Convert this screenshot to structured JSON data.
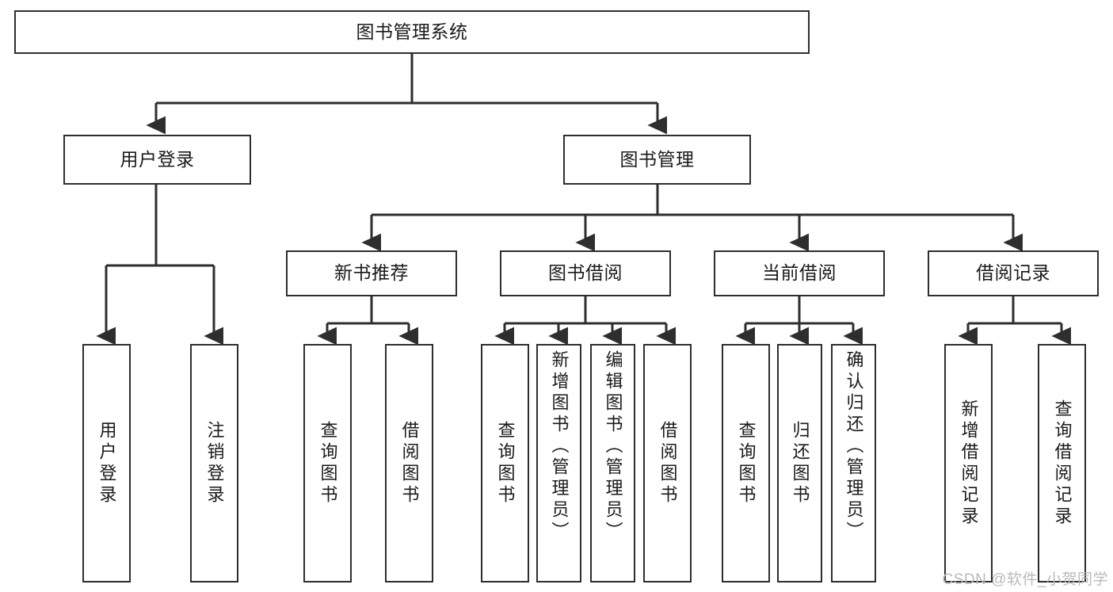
{
  "diagram": {
    "type": "tree-hierarchy",
    "title": "图书管理系统",
    "root": {
      "label": "图书管理系统"
    },
    "level2": [
      {
        "label": "用户登录"
      },
      {
        "label": "图书管理"
      }
    ],
    "level3": [
      {
        "label": "新书推荐"
      },
      {
        "label": "图书借阅"
      },
      {
        "label": "当前借阅"
      },
      {
        "label": "借阅记录"
      }
    ],
    "leaves": {
      "user_login": [
        {
          "label": "用户登录"
        },
        {
          "label": "注销登录"
        }
      ],
      "new_book_recommend": [
        {
          "label": "查询图书"
        },
        {
          "label": "借阅图书"
        }
      ],
      "book_borrow": [
        {
          "label": "查询图书"
        },
        {
          "label": "新增图书（管理员）"
        },
        {
          "label": "编辑图书（管理员）"
        },
        {
          "label": "借阅图书"
        }
      ],
      "current_borrow": [
        {
          "label": "查询图书"
        },
        {
          "label": "归还图书"
        },
        {
          "label": "确认归还（管理员）"
        }
      ],
      "borrow_record": [
        {
          "label": "新增借阅记录"
        },
        {
          "label": "查询借阅记录"
        }
      ]
    }
  },
  "watermark": {
    "text": "CSDN @软件_小贺同学"
  },
  "colors": {
    "stroke": "#2e2e2e",
    "background": "#ffffff",
    "text": "#1a1a1a",
    "watermark": "#b9b9b9"
  }
}
